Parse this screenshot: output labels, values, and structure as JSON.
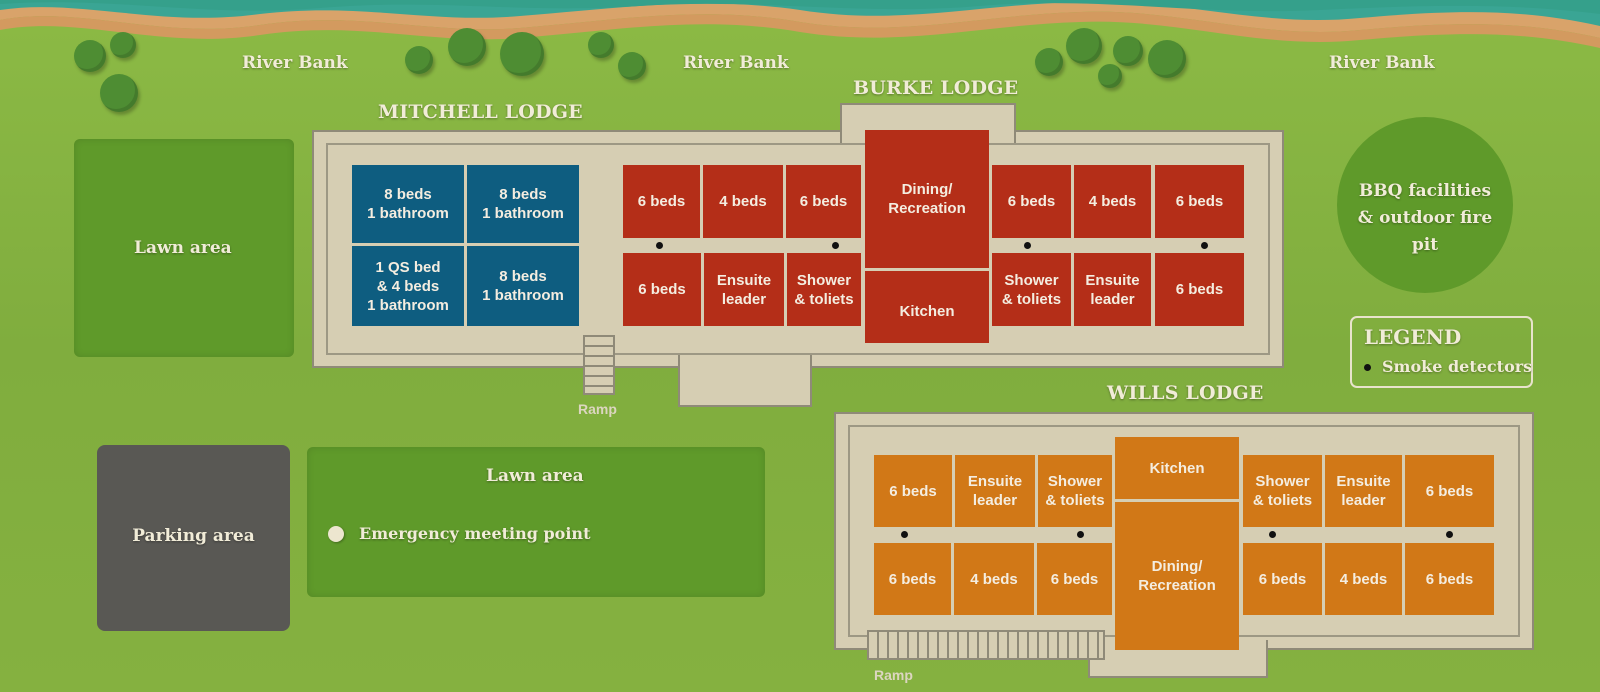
{
  "map": {
    "river_bank_labels": [
      "River Bank",
      "River Bank",
      "River Bank"
    ],
    "colors": {
      "grass": "#82ad3f",
      "lawn": "#5f9a2a",
      "river": "#3aa594",
      "sand": "#d9a36a",
      "mitchell": "#0e5d80",
      "burke": "#b42e18",
      "wills": "#d17817",
      "parking": "#595854",
      "floor": "#d6ceb3"
    }
  },
  "lawn_left": {
    "label": "Lawn area"
  },
  "lawn_bottom": {
    "label": "Lawn area",
    "meeting_point": "Emergency meeting point"
  },
  "parking": {
    "label": "Parking area"
  },
  "bbq": {
    "label": "BBQ facilities & outdoor fire pit"
  },
  "legend": {
    "title": "LEGEND",
    "items": [
      "Smoke detectors"
    ]
  },
  "mitchell_lodge": {
    "title": "MITCHELL LODGE",
    "rooms": [
      "8 beds\n1 bathroom",
      "8 beds\n1 bathroom",
      "1 QS bed\n& 4 beds\n1 bathroom",
      "8 beds\n1 bathroom"
    ],
    "ramp_label": "Ramp"
  },
  "burke_lodge": {
    "title": "BURKE LODGE",
    "rooms_left_top": [
      "6 beds",
      "4 beds",
      "6 beds"
    ],
    "rooms_left_bottom": [
      "6 beds",
      "Ensuite\nleader",
      "Shower\n& toliets"
    ],
    "center_top": "Dining/\nRecreation",
    "center_bottom": "Kitchen",
    "rooms_right_top": [
      "6 beds",
      "4 beds",
      "6 beds"
    ],
    "rooms_right_bottom": [
      "Shower\n& toliets",
      "Ensuite\nleader",
      "6 beds"
    ]
  },
  "wills_lodge": {
    "title": "WILLS LODGE",
    "rooms_left_top": [
      "6 beds",
      "Ensuite\nleader",
      "Shower\n& toliets"
    ],
    "rooms_left_bottom": [
      "6 beds",
      "4 beds",
      "6 beds"
    ],
    "center_top": "Kitchen",
    "center_bottom": "Dining/\nRecreation",
    "rooms_right_top": [
      "Shower\n& toliets",
      "Ensuite\nleader",
      "6 beds"
    ],
    "rooms_right_bottom": [
      "6 beds",
      "4 beds",
      "6 beds"
    ],
    "ramp_label": "Ramp"
  }
}
